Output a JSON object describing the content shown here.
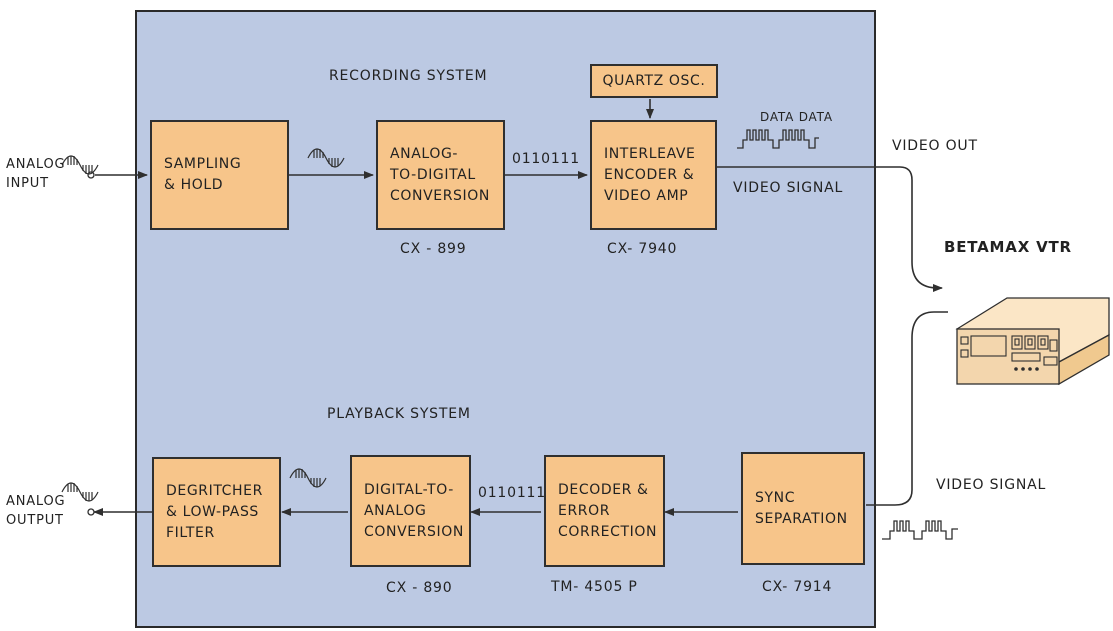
{
  "recording": {
    "title": "RECORDING SYSTEM",
    "sampling": "SAMPLING\n& HOLD",
    "adc": "ANALOG-\nTO-DIGITAL\nCONVERSION",
    "adc_part": "CX - 899",
    "oscillator": "QUARTZ OSC.",
    "encoder": "INTERLEAVE\nENCODER &\nVIDEO AMP",
    "encoder_part": "CX- 7940",
    "bits": "0110111",
    "data_label": "DATA DATA",
    "video_signal": "VIDEO SIGNAL",
    "video_out": "VIDEO OUT"
  },
  "analog_input": "ANALOG\nINPUT",
  "vtr": {
    "title": "BETAMAX VTR"
  },
  "playback": {
    "title": "PLAYBACK SYSTEM",
    "sync": "SYNC\nSEPARATION",
    "sync_part": "CX- 7914",
    "decoder": "DECODER &\nERROR\nCORRECTION",
    "decoder_part": "TM- 4505 P",
    "dac": "DIGITAL-TO-\nANALOG\nCONVERSION",
    "dac_part": "CX - 890",
    "filter": "DEGRITCHER\n& LOW-PASS\nFILTER",
    "bits": "0110111",
    "video_signal": "VIDEO SIGNAL"
  },
  "analog_output": "ANALOG\nOUTPUT",
  "colors": {
    "panel": "#bcc9e3",
    "block": "#f7c58a",
    "vtr": "#f3d6ad",
    "line": "#2f2f2f"
  }
}
